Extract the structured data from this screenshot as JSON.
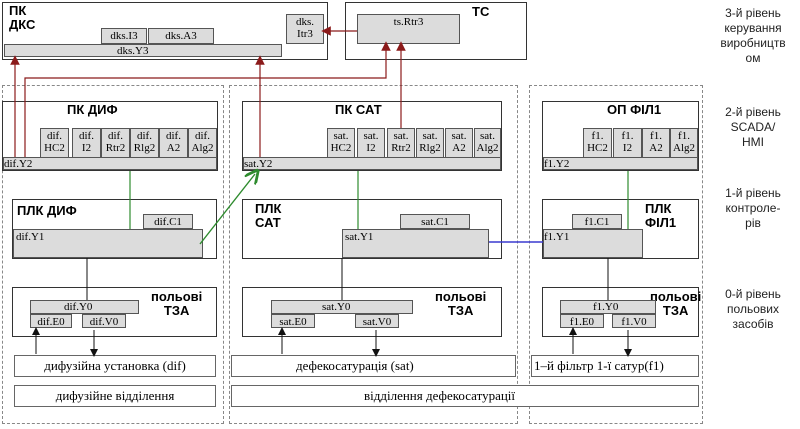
{
  "levels": {
    "l3": "3-й рівень\nкерування\nвиробництв\nом",
    "l2": "2-й рівень\nSCADA/\nHMI",
    "l1": "1-й рівень\nконтроле-\nрів",
    "l0": "0-й рівень\nпольових\nзасобів"
  },
  "pk_dks": {
    "title": "ПК\nДКС",
    "cells": [
      "dks.I3",
      "dks.A3"
    ],
    "itr": "dks.\nItr3",
    "bus": "dks.Y3"
  },
  "tc": {
    "title": "ТС",
    "cell": "ts.Rtr3"
  },
  "pk_dif": {
    "title": "ПК ДИФ",
    "cells": [
      "dif.\nHC2",
      "dif.\nI2",
      "dif.\nRtr2",
      "dif.\nRlg2",
      "dif.\nA2",
      "dif.\nAlg2"
    ],
    "bus": "dif.Y2"
  },
  "pk_sat": {
    "title": "ПК САТ",
    "cells": [
      "sat.\nHC2",
      "sat.\nI2",
      "sat.\nRtr2",
      "sat.\nRlg2",
      "sat.\nA2",
      "sat.\nAlg2"
    ],
    "bus": "sat.Y2"
  },
  "op_fil1": {
    "title": "ОП ФІЛ1",
    "cells": [
      "f1.\nHC2",
      "f1.\nI2",
      "f1.\nA2",
      "f1.\nAlg2"
    ],
    "bus": "f1.Y2"
  },
  "plk_dif": {
    "title": "ПЛК ДИФ",
    "c1": "dif.C1",
    "y1": "dif.Y1"
  },
  "plk_sat": {
    "title": "ПЛК\nСАТ",
    "c1": "sat.C1",
    "y1": "sat.Y1"
  },
  "plk_fil1": {
    "title": "ПЛК\nФІЛ1",
    "c1": "f1.C1",
    "y1": "f1.Y1"
  },
  "tza_dif": {
    "title": "польові\nТЗА",
    "y0": "dif.Y0",
    "e0": "dif.E0",
    "v0": "dif.V0"
  },
  "tza_sat": {
    "title": "польові\nТЗА",
    "y0": "sat.Y0",
    "e0": "sat.E0",
    "v0": "sat.V0"
  },
  "tza_fil1": {
    "title": "польові\nТЗА",
    "y0": "f1.Y0",
    "e0": "f1.E0",
    "v0": "f1.V0"
  },
  "units": {
    "dif": "дифузійна установка (dif)",
    "sat": "дефекосатурація (sat)",
    "f1": "1–й фільтр 1-ї сатур(f1)"
  },
  "departments": {
    "dif": "дифузійне відділення",
    "sat": "відділення дефекосатурації"
  },
  "colors": {
    "upline": "#8b1a1a",
    "green": "#2e8b2e",
    "blue": "#3a3acf",
    "black": "#111111"
  }
}
